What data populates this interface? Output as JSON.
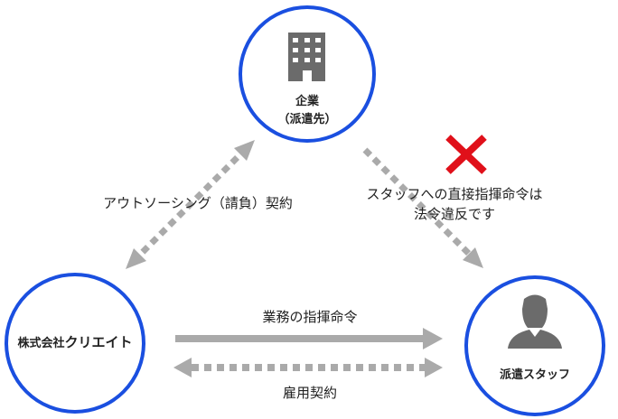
{
  "colors": {
    "circle_stroke": "#1a4fe0",
    "arrow_gray": "#aaaaaa",
    "icon_gray": "#6b6b6b",
    "cross_red": "#e0101a",
    "text": "#222222"
  },
  "nodes": {
    "client": {
      "title": "企業",
      "subtitle": "（派遣先）",
      "icon": "building-icon"
    },
    "company": {
      "name_prefix": "株式会社",
      "name_main": "クリエイト"
    },
    "staff": {
      "label": "派遣スタッフ",
      "icon": "person-icon"
    }
  },
  "edges": {
    "outsourcing": {
      "label": "アウトソーシング（請負）契約",
      "style": "dotted",
      "direction": "both"
    },
    "direct_order": {
      "line1": "スタッフへの直接指揮命令は",
      "line2": "法令違反です",
      "style": "dotted",
      "direction": "to-staff",
      "marker": "cross-icon"
    },
    "command": {
      "label": "業務の指揮命令",
      "style": "solid",
      "direction": "to-staff"
    },
    "employment": {
      "label": "雇用契約",
      "style": "dotted",
      "direction": "both"
    }
  }
}
